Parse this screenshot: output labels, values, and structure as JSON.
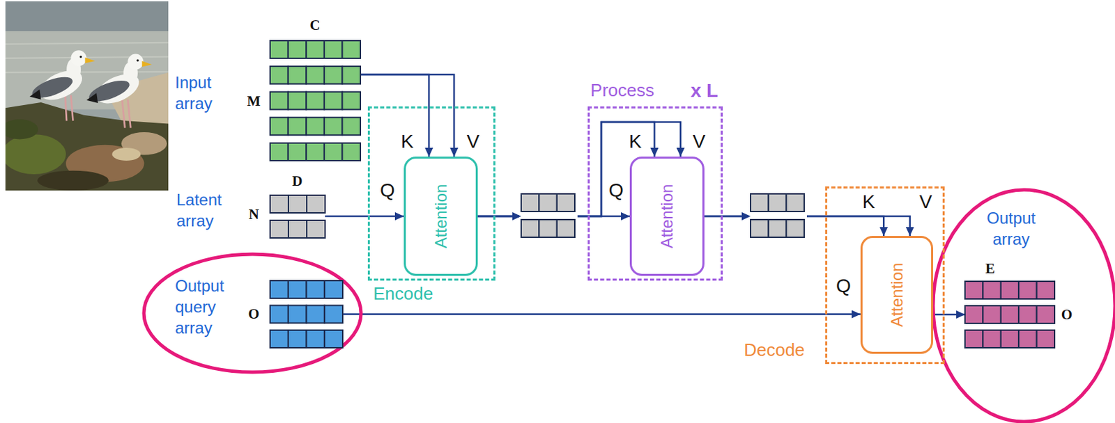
{
  "diagram": {
    "nodes": [
      {
        "text": [
          "Input array",
          "C",
          "M"
        ]
      },
      {
        "text": [
          "Latent array",
          "D",
          "N"
        ]
      },
      {
        "text": [
          "Output query array",
          "O"
        ]
      },
      {
        "text": [
          "Encode"
        ]
      },
      {
        "text": [
          "Attention"
        ],
        "in": 3
      },
      {
        "text": [
          "Process",
          "x L"
        ]
      },
      {
        "text": [
          "Attention"
        ],
        "in": 5
      },
      {
        "text": [
          "Decode"
        ]
      },
      {
        "text": [
          "Attention"
        ],
        "in": 7
      },
      {
        "text": [
          "Output array",
          "E",
          "O"
        ]
      }
    ],
    "edges": [
      {
        "from": 0,
        "to": 4,
        "label": "K",
        "arrow": "to"
      },
      {
        "from": 0,
        "to": 4,
        "label": "V",
        "arrow": "to"
      },
      {
        "from": 1,
        "to": 4,
        "label": "Q",
        "arrow": "to"
      },
      {
        "from": 4,
        "to": 6,
        "label": "Q",
        "arrow": "to"
      },
      {
        "from": 4,
        "to": 6,
        "label": "K",
        "arrow": "to"
      },
      {
        "from": 4,
        "to": 6,
        "label": "V",
        "arrow": "to"
      },
      {
        "from": 6,
        "to": 8,
        "label": "K",
        "arrow": "to"
      },
      {
        "from": 6,
        "to": 8,
        "label": "V",
        "arrow": "to"
      },
      {
        "from": 2,
        "to": 8,
        "label": "Q",
        "arrow": "to"
      },
      {
        "from": 8,
        "to": 9,
        "arrow": "to"
      }
    ]
  }
}
